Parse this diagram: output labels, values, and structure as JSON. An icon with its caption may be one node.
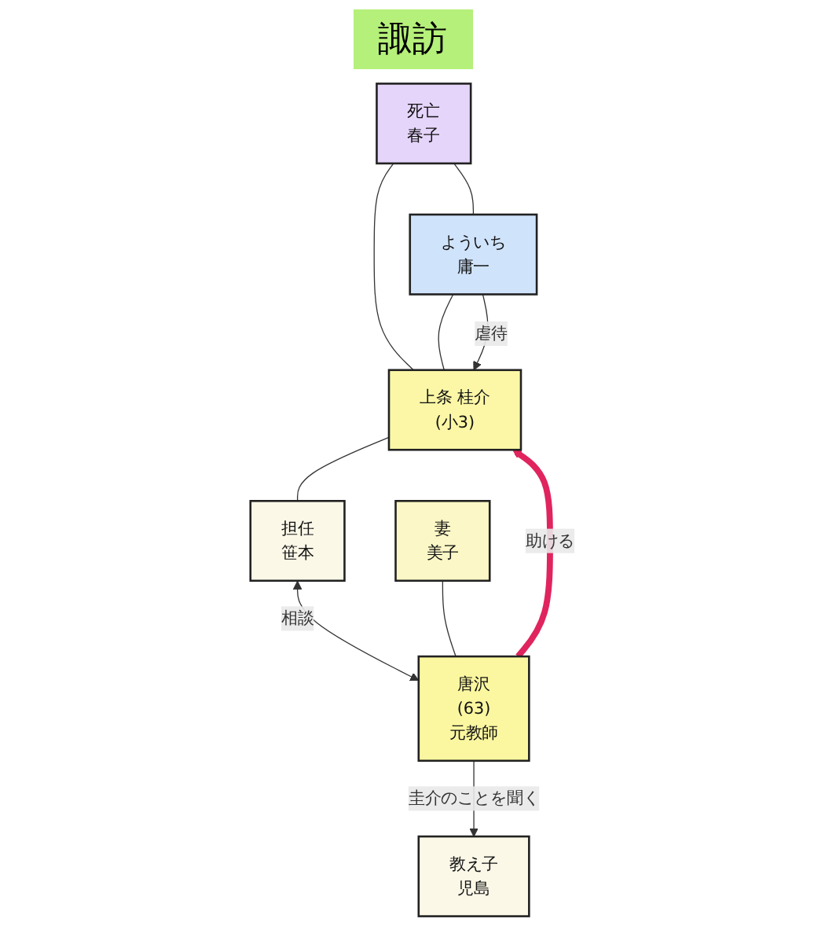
{
  "diagram": {
    "title": "諏訪",
    "nodes": [
      {
        "text": [
          "死亡",
          "春子"
        ]
      },
      {
        "text": [
          "よういち",
          "庸一"
        ]
      },
      {
        "text": [
          "上条 桂介",
          "(小3)"
        ]
      },
      {
        "text": [
          "担任",
          "笹本"
        ]
      },
      {
        "text": [
          "妻",
          "美子"
        ]
      },
      {
        "text": [
          "唐沢",
          "(63)",
          "元教師"
        ]
      },
      {
        "text": [
          "教え子",
          "児島"
        ]
      }
    ],
    "edges": [
      {
        "from": 0,
        "to": 1,
        "arrow": "none"
      },
      {
        "from": 0,
        "to": 2,
        "arrow": "none"
      },
      {
        "from": 1,
        "to": 2,
        "arrow": "none"
      },
      {
        "from": 1,
        "to": 2,
        "arrow": "to",
        "label": "虐待"
      },
      {
        "from": 2,
        "to": 3,
        "arrow": "none"
      },
      {
        "from": 3,
        "to": 5,
        "arrow": "both",
        "label": "相談"
      },
      {
        "from": 5,
        "to": 2,
        "arrow": "to",
        "label": "助ける",
        "style": "thick",
        "color": "#e0245e"
      },
      {
        "from": 4,
        "to": 5,
        "arrow": "none"
      },
      {
        "from": 5,
        "to": 6,
        "arrow": "to",
        "label": "圭介のことを聞く"
      }
    ]
  }
}
